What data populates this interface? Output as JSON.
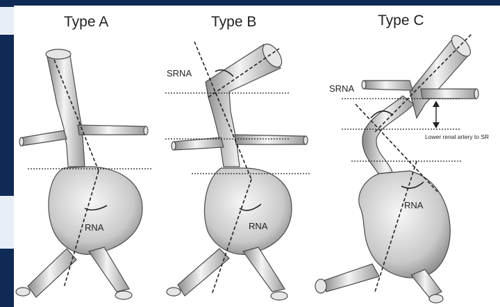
{
  "panels": [
    {
      "title": "Type A",
      "labels": {
        "rna": "RNA"
      }
    },
    {
      "title": "Type B",
      "labels": {
        "srna": "SRNA",
        "rna": "RNA"
      }
    },
    {
      "title": "Type C",
      "labels": {
        "srna": "SRNA",
        "rna": "RNA",
        "note": "Lower renal artery to SR"
      }
    }
  ],
  "colors": {
    "background_frame": "#0f2a55",
    "panel": "#ffffff",
    "vessel_fill": "#d9d9d9",
    "vessel_stroke": "#4a4a4a",
    "text": "#222222"
  }
}
